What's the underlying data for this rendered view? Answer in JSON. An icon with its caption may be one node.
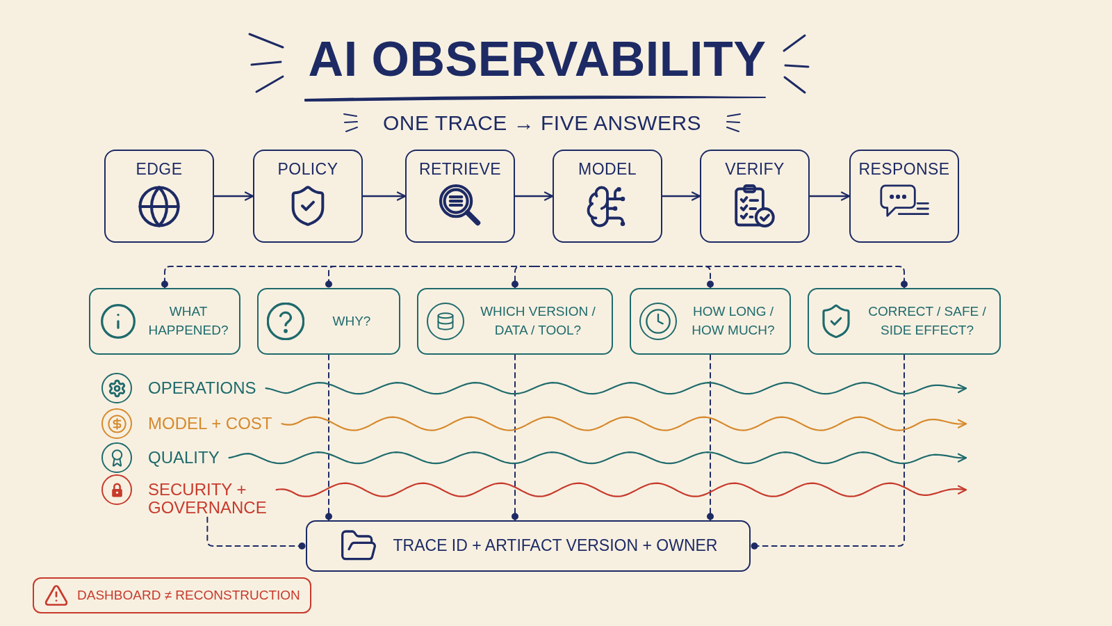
{
  "diagram": {
    "title": "AI OBSERVABILITY",
    "nodes": [
      {
        "text": [
          "EDGE"
        ]
      },
      {
        "text": [
          "POLICY"
        ]
      },
      {
        "text": [
          "RETRIEVE"
        ]
      },
      {
        "text": [
          "MODEL"
        ]
      },
      {
        "text": [
          "VERIFY"
        ]
      },
      {
        "text": [
          "RESPONSE"
        ]
      },
      {
        "text": [
          "WHAT HAPPENED?"
        ]
      },
      {
        "text": [
          "WHY?"
        ]
      },
      {
        "text": [
          "WHICH VERSION / DATA / TOOL?"
        ]
      },
      {
        "text": [
          "HOW LONG / HOW MUCH?"
        ]
      },
      {
        "text": [
          "CORRECT / SAFE / SIDE EFFECT?"
        ]
      },
      {
        "text": [
          "OPERATIONS"
        ]
      },
      {
        "text": [
          "MODEL + COST"
        ]
      },
      {
        "text": [
          "QUALITY"
        ]
      },
      {
        "text": [
          "SECURITY + GOVERNANCE"
        ]
      },
      {
        "text": [
          "TRACE ID + ARTIFACT VERSION + OWNER"
        ]
      },
      {
        "text": [
          "DASHBOARD ≠ RECONSTRUCTION"
        ]
      }
    ],
    "edges": [
      {
        "from": 0,
        "to": 1,
        "arrow": "to"
      },
      {
        "from": 1,
        "to": 2,
        "arrow": "to"
      },
      {
        "from": 2,
        "to": 3,
        "arrow": "to"
      },
      {
        "from": 3,
        "to": 4,
        "arrow": "to"
      },
      {
        "from": 4,
        "to": 5,
        "arrow": "to"
      },
      {
        "from": null,
        "to": 6,
        "arrow": "other",
        "style": "dashed"
      },
      {
        "from": null,
        "to": 7,
        "arrow": "other",
        "style": "dashed"
      },
      {
        "from": null,
        "to": 8,
        "arrow": "other",
        "style": "dashed"
      },
      {
        "from": null,
        "to": 9,
        "arrow": "other",
        "style": "dashed"
      },
      {
        "from": null,
        "to": 10,
        "arrow": "other",
        "style": "dashed"
      },
      {
        "from": 7,
        "to": 15,
        "arrow": "other",
        "style": "dashed"
      },
      {
        "from": 8,
        "to": 15,
        "arrow": "other",
        "style": "dashed"
      },
      {
        "from": 9,
        "to": 15,
        "arrow": "other",
        "style": "dashed"
      },
      {
        "from": 10,
        "to": 15,
        "arrow": "other",
        "style": "dashed"
      },
      {
        "from": 14,
        "to": 15,
        "arrow": "other",
        "style": "dashed"
      },
      {
        "from": 11,
        "to": null,
        "arrow": "to",
        "color": "#1f6a6c"
      },
      {
        "from": 12,
        "to": null,
        "arrow": "to",
        "color": "#d6892c"
      },
      {
        "from": 13,
        "to": null,
        "arrow": "to",
        "color": "#1f6a6c"
      },
      {
        "from": 14,
        "to": null,
        "arrow": "to",
        "color": "#c73a2c"
      }
    ],
    "labels": [
      "ONE TRACE → FIVE ANSWERS"
    ]
  }
}
